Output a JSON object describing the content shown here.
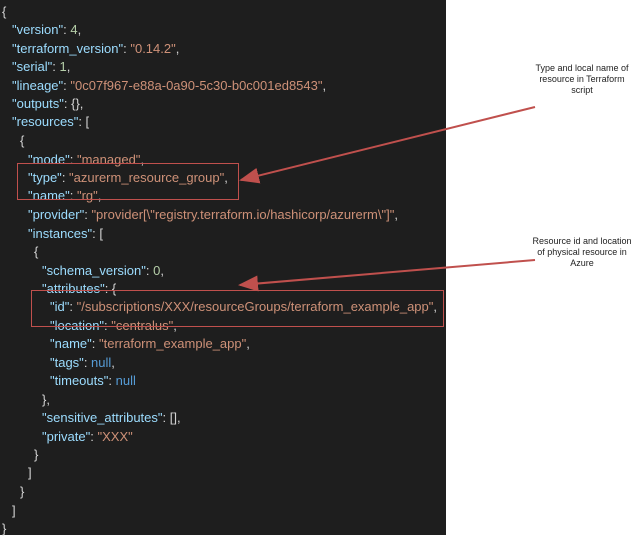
{
  "lines": [
    {
      "parts": [
        {
          "t": "{",
          "c": "p"
        }
      ]
    },
    {
      "parts": [
        {
          "t": "\"version\"",
          "c": "k"
        },
        {
          "t": ": ",
          "c": "p"
        },
        {
          "t": "4",
          "c": "n"
        },
        {
          "t": ",",
          "c": "p"
        }
      ]
    },
    {
      "parts": [
        {
          "t": "\"terraform_version\"",
          "c": "k"
        },
        {
          "t": ": ",
          "c": "p"
        },
        {
          "t": "\"0.14.2\"",
          "c": "s"
        },
        {
          "t": ",",
          "c": "p"
        }
      ]
    },
    {
      "parts": [
        {
          "t": "\"serial\"",
          "c": "k"
        },
        {
          "t": ": ",
          "c": "p"
        },
        {
          "t": "1",
          "c": "n"
        },
        {
          "t": ",",
          "c": "p"
        }
      ]
    },
    {
      "parts": [
        {
          "t": "\"lineage\"",
          "c": "k"
        },
        {
          "t": ": ",
          "c": "p"
        },
        {
          "t": "\"0c07f967-e88a-0a90-5c30-b0c001ed8543\"",
          "c": "s"
        },
        {
          "t": ",",
          "c": "p"
        }
      ]
    },
    {
      "parts": [
        {
          "t": "\"outputs\"",
          "c": "k"
        },
        {
          "t": ": {},",
          "c": "p"
        }
      ]
    },
    {
      "parts": [
        {
          "t": "\"resources\"",
          "c": "k"
        },
        {
          "t": ": [",
          "c": "p"
        }
      ]
    },
    {
      "parts": [
        {
          "t": "{",
          "c": "p"
        }
      ]
    },
    {
      "parts": [
        {
          "t": "\"mode\"",
          "c": "k"
        },
        {
          "t": ": ",
          "c": "p"
        },
        {
          "t": "\"managed\"",
          "c": "s"
        },
        {
          "t": ",",
          "c": "p"
        }
      ]
    },
    {
      "parts": [
        {
          "t": "\"type\"",
          "c": "k"
        },
        {
          "t": ": ",
          "c": "p"
        },
        {
          "t": "\"azurerm_resource_group\"",
          "c": "s"
        },
        {
          "t": ",",
          "c": "p"
        }
      ]
    },
    {
      "parts": [
        {
          "t": "\"name\"",
          "c": "k"
        },
        {
          "t": ": ",
          "c": "p"
        },
        {
          "t": "\"rg\"",
          "c": "s"
        },
        {
          "t": ",",
          "c": "p"
        }
      ]
    },
    {
      "parts": [
        {
          "t": "\"provider\"",
          "c": "k"
        },
        {
          "t": ": ",
          "c": "p"
        },
        {
          "t": "\"provider[\\\"registry.terraform.io/hashicorp/azurerm\\\"]\"",
          "c": "s"
        },
        {
          "t": ",",
          "c": "p"
        }
      ]
    },
    {
      "parts": [
        {
          "t": "\"instances\"",
          "c": "k"
        },
        {
          "t": ": [",
          "c": "p"
        }
      ]
    },
    {
      "parts": [
        {
          "t": "{",
          "c": "p"
        }
      ]
    },
    {
      "parts": [
        {
          "t": "\"schema_version\"",
          "c": "k"
        },
        {
          "t": ": ",
          "c": "p"
        },
        {
          "t": "0",
          "c": "n"
        },
        {
          "t": ",",
          "c": "p"
        }
      ]
    },
    {
      "parts": [
        {
          "t": "\"attributes\"",
          "c": "k"
        },
        {
          "t": ": {",
          "c": "p"
        }
      ]
    },
    {
      "parts": [
        {
          "t": "\"id\"",
          "c": "k"
        },
        {
          "t": ": ",
          "c": "p"
        },
        {
          "t": "\"/subscriptions/XXX/resourceGroups/terraform_example_app\"",
          "c": "s"
        },
        {
          "t": ",",
          "c": "p"
        }
      ]
    },
    {
      "parts": [
        {
          "t": "\"location\"",
          "c": "k"
        },
        {
          "t": ": ",
          "c": "p"
        },
        {
          "t": "\"centralus\"",
          "c": "s"
        },
        {
          "t": ",",
          "c": "p"
        }
      ]
    },
    {
      "parts": [
        {
          "t": "\"name\"",
          "c": "k"
        },
        {
          "t": ": ",
          "c": "p"
        },
        {
          "t": "\"terraform_example_app\"",
          "c": "s"
        },
        {
          "t": ",",
          "c": "p"
        }
      ]
    },
    {
      "parts": [
        {
          "t": "\"tags\"",
          "c": "k"
        },
        {
          "t": ": ",
          "c": "p"
        },
        {
          "t": "null",
          "c": "kw"
        },
        {
          "t": ",",
          "c": "p"
        }
      ]
    },
    {
      "parts": [
        {
          "t": "\"timeouts\"",
          "c": "k"
        },
        {
          "t": ": ",
          "c": "p"
        },
        {
          "t": "null",
          "c": "kw"
        }
      ]
    },
    {
      "parts": [
        {
          "t": "},",
          "c": "p"
        }
      ]
    },
    {
      "parts": [
        {
          "t": "\"sensitive_attributes\"",
          "c": "k"
        },
        {
          "t": ": [],",
          "c": "p"
        }
      ]
    },
    {
      "parts": [
        {
          "t": "\"private\"",
          "c": "k"
        },
        {
          "t": ": ",
          "c": "p"
        },
        {
          "t": "\"XXX\"",
          "c": "s"
        }
      ]
    },
    {
      "parts": [
        {
          "t": "}",
          "c": "p"
        }
      ]
    },
    {
      "parts": [
        {
          "t": "]",
          "c": "p"
        }
      ]
    },
    {
      "parts": [
        {
          "t": "}",
          "c": "p"
        }
      ]
    },
    {
      "parts": [
        {
          "t": "]",
          "c": "p"
        }
      ]
    },
    {
      "parts": [
        {
          "t": "}",
          "c": "p"
        }
      ]
    }
  ],
  "annotations": {
    "type_note": "Type and local name of resource in Terraform script",
    "id_note": "Resource id and location of physical resource in Azure"
  },
  "colors": {
    "panel_bg": "#1e1e1e",
    "key": "#9cdcfe",
    "string": "#ce9178",
    "number": "#b5cea8",
    "keyword": "#569cd6",
    "highlight": "#c0504d"
  }
}
